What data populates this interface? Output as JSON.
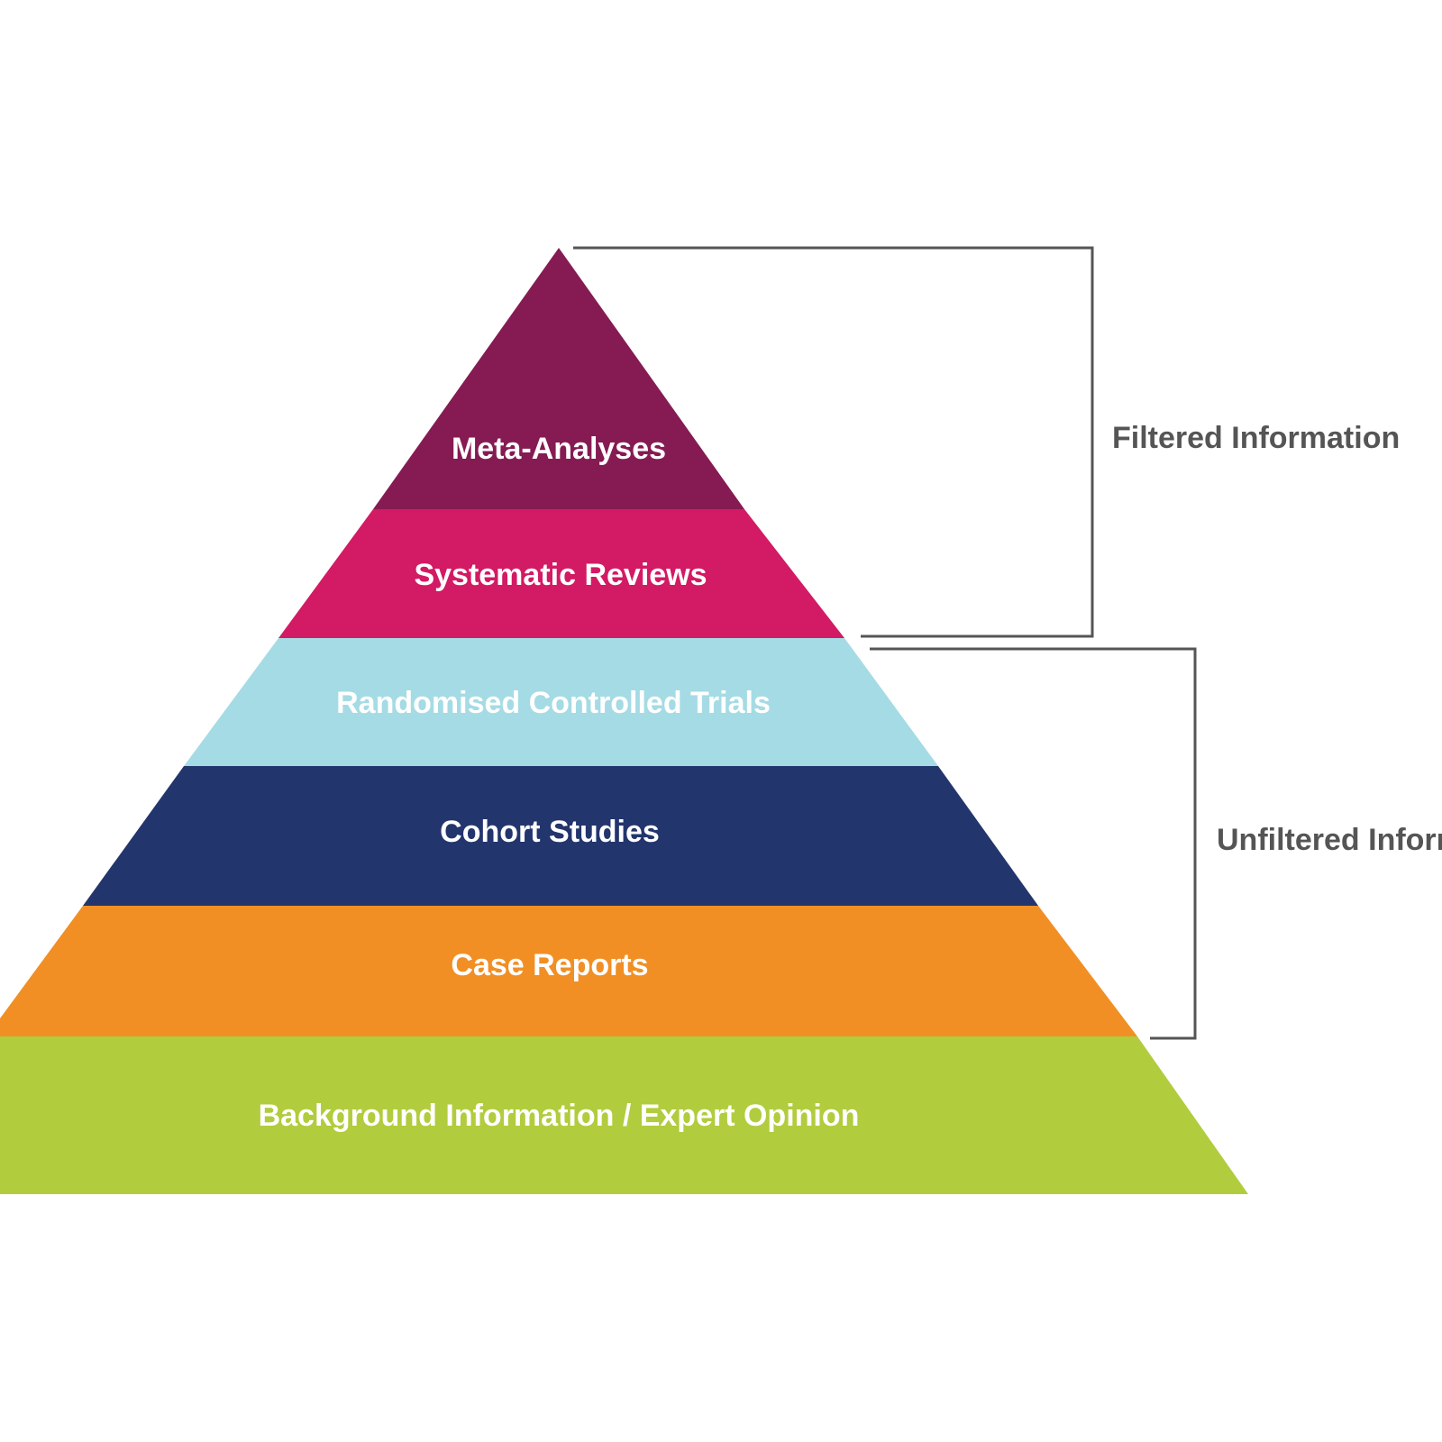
{
  "pyramid": {
    "tiers": [
      {
        "label": "Meta-Analyses",
        "color": "#851B52"
      },
      {
        "label": "Systematic Reviews",
        "color": "#D31A64"
      },
      {
        "label": "Randomised Controlled Trials",
        "color": "#A5DBE4"
      },
      {
        "label": "Cohort Studies",
        "color": "#23356D"
      },
      {
        "label": "Case Reports",
        "color": "#F18F25"
      },
      {
        "label": "Background Information / Expert Opinion",
        "color": "#B1CC3D"
      }
    ]
  },
  "brackets": {
    "filtered": {
      "label": "Filtered Information",
      "color": "#555555"
    },
    "unfiltered": {
      "label": "Unfiltered Information",
      "color": "#555555"
    }
  }
}
